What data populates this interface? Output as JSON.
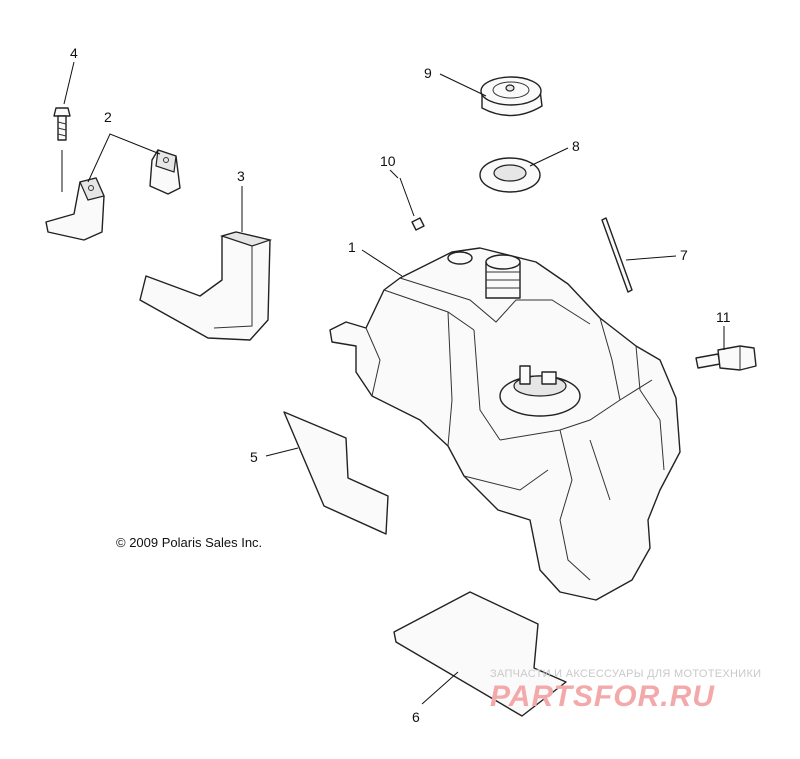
{
  "callouts": [
    {
      "id": "1",
      "label": "1"
    },
    {
      "id": "2",
      "label": "2"
    },
    {
      "id": "3",
      "label": "3"
    },
    {
      "id": "4",
      "label": "4"
    },
    {
      "id": "5",
      "label": "5"
    },
    {
      "id": "6",
      "label": "6"
    },
    {
      "id": "7",
      "label": "7"
    },
    {
      "id": "8",
      "label": "8"
    },
    {
      "id": "9",
      "label": "9"
    },
    {
      "id": "10",
      "label": "10"
    },
    {
      "id": "11",
      "label": "11"
    }
  ],
  "copyright": "© 2009 Polaris Sales Inc.",
  "watermark": {
    "subtitle": "ЗАПЧАСТИ И АКСЕССУАРЫ ДЛЯ МОТОТЕХНИКИ",
    "logo": "PARTSFOR.RU"
  }
}
